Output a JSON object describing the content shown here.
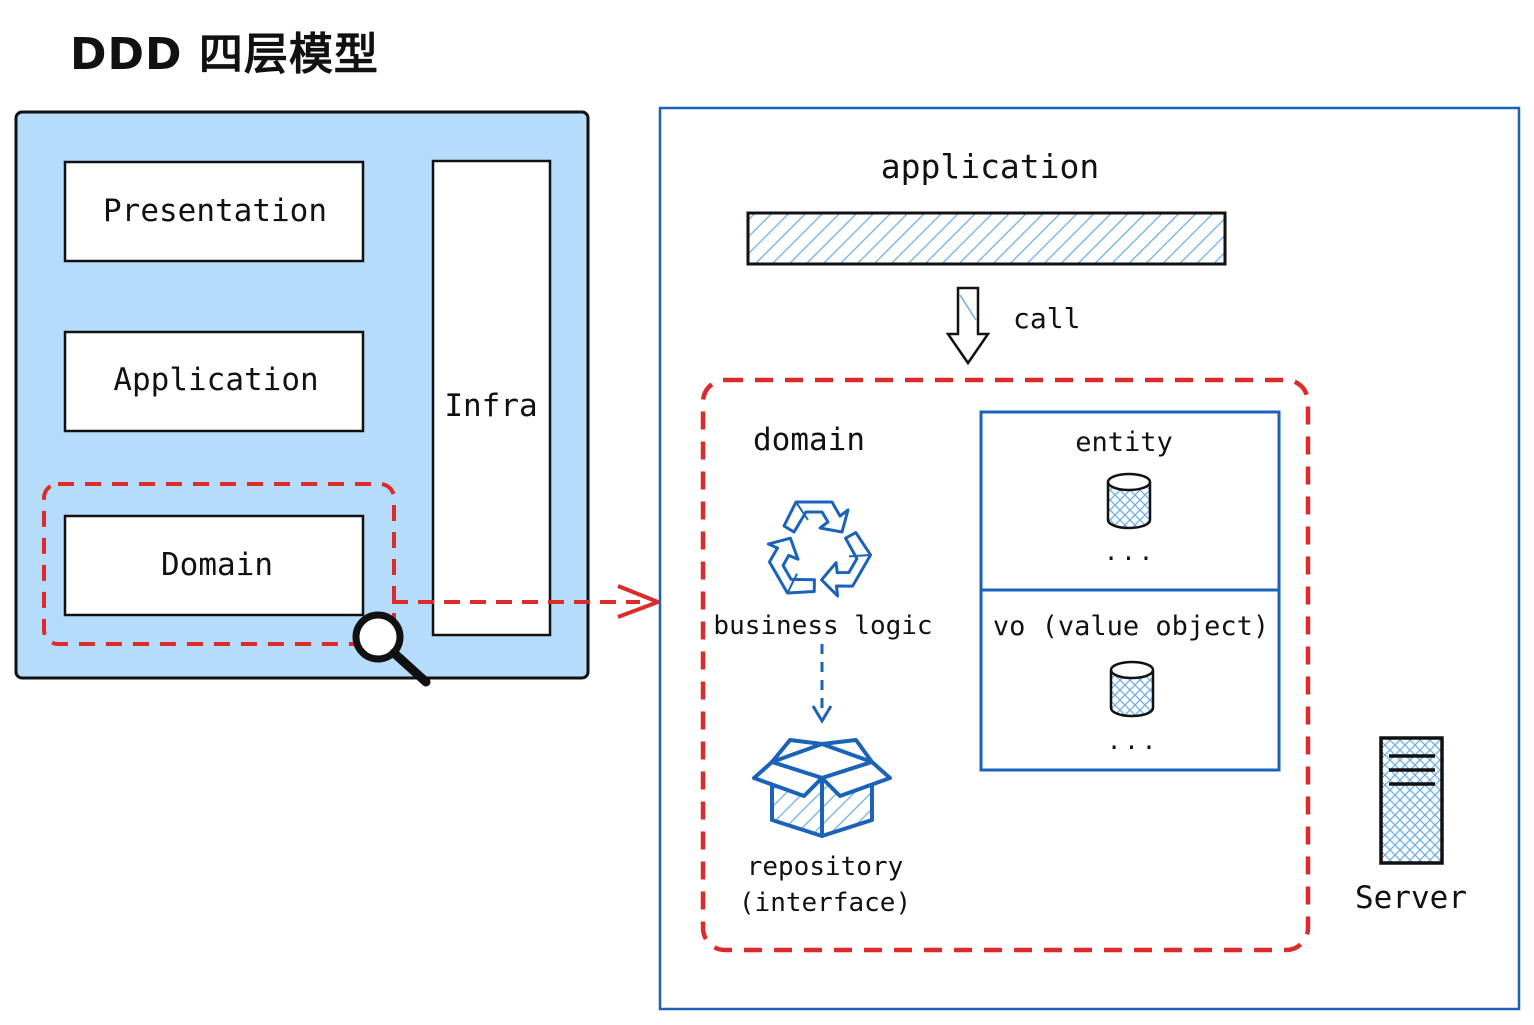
{
  "title": "DDD 四层模型",
  "left_panel": {
    "layers": {
      "presentation": "Presentation",
      "application": "Application",
      "domain": "Domain",
      "infra": "Infra"
    }
  },
  "right_panel": {
    "application_title": "application",
    "call_label": "call",
    "domain_title": "domain",
    "business_logic": "business logic",
    "repository": "repository\n(interface)",
    "entity": "entity",
    "entity_more": "...",
    "value_object": "vo (value object)",
    "value_object_more": "...",
    "server": "Server"
  },
  "colors": {
    "panel_fill": "#b5dcfb",
    "accent_blue": "#1a63b8",
    "dashed_red": "#dd2a2a",
    "hatch_blue": "#6aaee8",
    "ink": "#111111"
  },
  "icons": [
    "magnifier-icon",
    "recycle-icon",
    "box-icon",
    "database-icon",
    "server-icon",
    "arrow-down-icon"
  ]
}
